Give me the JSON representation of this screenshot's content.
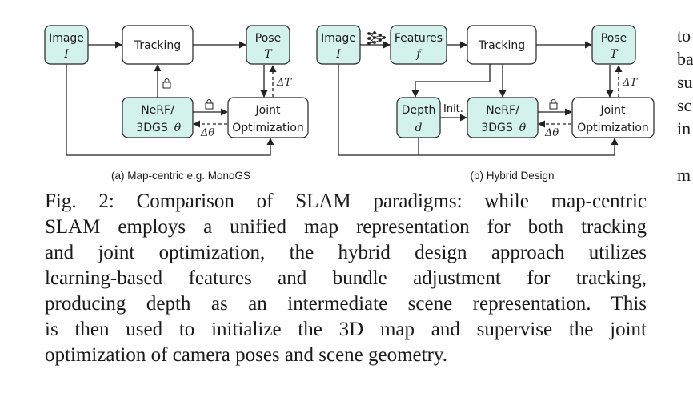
{
  "figure": {
    "panel_a": {
      "image_label": "Image",
      "image_symbol": "I",
      "tracking_label": "Tracking",
      "pose_label": "Pose",
      "pose_symbol": "T",
      "map_label_1": "NeRF/",
      "map_label_2": "3DGS",
      "map_symbol": "θ",
      "joint_label_1": "Joint",
      "joint_label_2": "Optimization",
      "delta_t": "ΔT",
      "delta_theta": "Δθ",
      "caption": "(a) Map-centric e.g. MonoGS"
    },
    "panel_b": {
      "image_label": "Image",
      "image_symbol": "I",
      "features_label": "Features",
      "features_symbol": "f",
      "tracking_label": "Tracking",
      "pose_label": "Pose",
      "pose_symbol": "T",
      "depth_label": "Depth",
      "depth_symbol": "d",
      "init_label": "Init.",
      "map_label_1": "NeRF/",
      "map_label_2": "3DGS",
      "map_symbol": "θ",
      "joint_label_1": "Joint",
      "joint_label_2": "Optimization",
      "delta_t": "ΔT",
      "delta_theta": "Δθ",
      "caption": "(b) Hybrid Design"
    }
  },
  "caption_lines": [
    "Fig. 2: Comparison of SLAM paradigms: while map-centric",
    "SLAM employs a unified map representation for both tracking",
    "and joint optimization, the hybrid design approach utilizes",
    "learning-based features and bundle adjustment for tracking,",
    "producing depth as an intermediate scene representation. This",
    "is then used to initialize the 3D map and supervise the joint",
    "optimization of camera poses and scene geometry."
  ],
  "right_column_fragments": [
    "to",
    "ba",
    "su",
    "sc",
    "in",
    "",
    "m"
  ]
}
